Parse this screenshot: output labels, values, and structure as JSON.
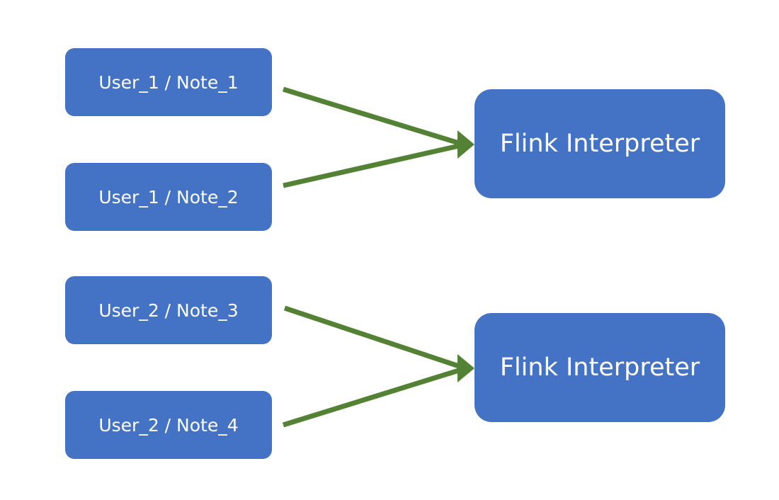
{
  "colors": {
    "box": "#4472C4",
    "arrow": "#548235",
    "text": "#FFFFFF"
  },
  "notes": [
    {
      "label": "User_1 / Note_1"
    },
    {
      "label": "User_1 / Note_2"
    },
    {
      "label": "User_2 / Note_3"
    },
    {
      "label": "User_2 / Note_4"
    }
  ],
  "interpreters": [
    {
      "label": "Flink Interpreter"
    },
    {
      "label": "Flink Interpreter"
    }
  ],
  "connections": [
    {
      "from": "User_1 / Note_1",
      "to_index": 0
    },
    {
      "from": "User_1 / Note_2",
      "to_index": 0
    },
    {
      "from": "User_2 / Note_3",
      "to_index": 1
    },
    {
      "from": "User_2 / Note_4",
      "to_index": 1
    }
  ]
}
